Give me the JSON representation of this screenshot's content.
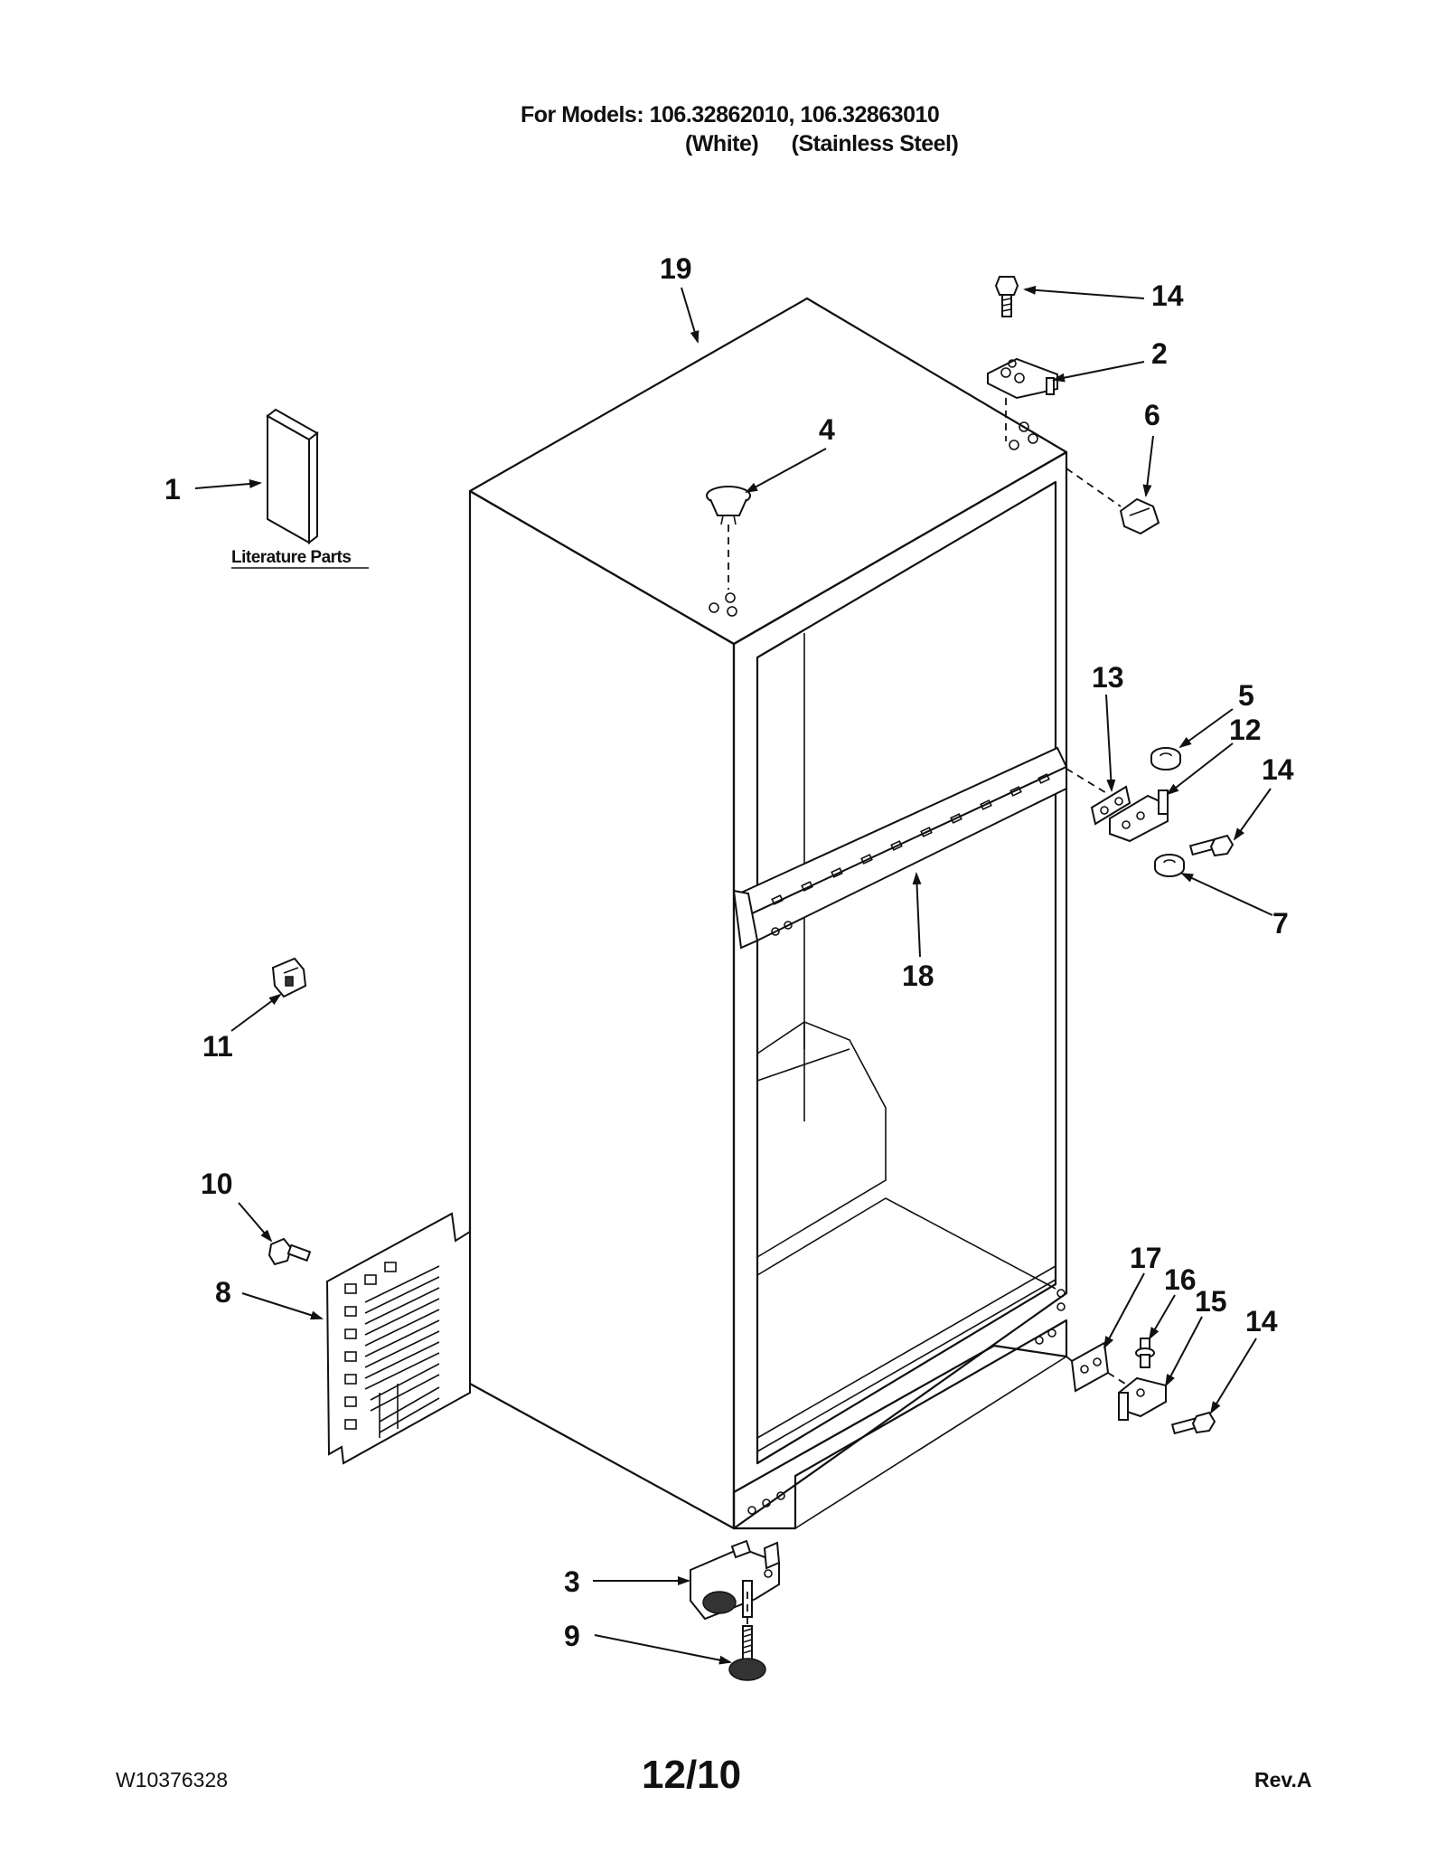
{
  "header": {
    "models_line": "For Models: 106.32862010, 106.32863010",
    "variant_white": "(White)",
    "variant_stainless": "(Stainless Steel)"
  },
  "callouts": {
    "c1": "1",
    "c2": "2",
    "c3": "3",
    "c4": "4",
    "c5": "5",
    "c6": "6",
    "c7": "7",
    "c8": "8",
    "c9": "9",
    "c10": "10",
    "c11": "11",
    "c12": "12",
    "c13": "13",
    "c14a": "14",
    "c14b": "14",
    "c14c": "14",
    "c15": "15",
    "c16": "16",
    "c17": "17",
    "c18": "18",
    "c19": "19"
  },
  "literature_label": "Literature Parts",
  "footer": {
    "doc_number": "W10376328",
    "date": "12/10",
    "revision": "Rev.A"
  }
}
